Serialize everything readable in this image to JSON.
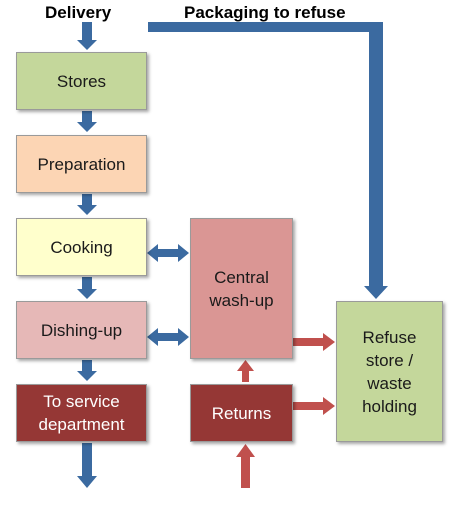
{
  "header": {
    "delivery": "Delivery",
    "packaging_to_refuse": "Packaging to refuse"
  },
  "boxes": {
    "stores": "Stores",
    "preparation": "Preparation",
    "cooking": "Cooking",
    "dishing_up": "Dishing-up",
    "to_service": "To service\ndepartment",
    "central_washup": "Central\nwash-up",
    "returns": "Returns",
    "refuse_store": "Refuse\nstore /\nwaste\nholding"
  },
  "colors": {
    "stores": "#c4d79b",
    "preparation": "#fcd5b4",
    "cooking": "#ffffcc",
    "dishing_up": "#e6b8b7",
    "to_service": "#953735",
    "central_washup": "#da9694",
    "returns": "#953735",
    "refuse_store": "#c4d79b",
    "blue_arrow": "#3b6aa0",
    "red_arrow": "#c0504d"
  }
}
